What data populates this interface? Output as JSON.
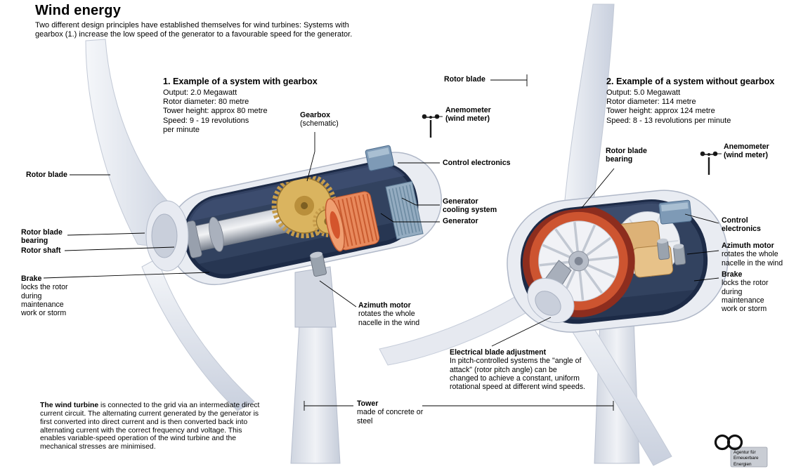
{
  "header": {
    "title": "Wind energy",
    "subtitle": "Two different design principles have established themselves for wind turbines: Systems with gearbox (1.) increase the low speed of the generator to a favourable speed for the generator."
  },
  "system_with_gearbox": {
    "heading": "1. Example of a system with gearbox",
    "spec_lines": [
      "Output: 2.0 Megawatt",
      "Rotor diameter: 80 metre",
      "Tower height: approx 80 metre",
      "Speed: 9 - 19 revolutions",
      "per minute"
    ]
  },
  "system_without_gearbox": {
    "heading": "2. Example of a system without gearbox",
    "spec_lines": [
      "Output: 5.0 Megawatt",
      "Rotor diameter: 114 metre",
      "Tower height: approx 124 metre",
      "Speed: 8 - 13 revolutions per minute"
    ]
  },
  "labels": {
    "rotor_blade_top": {
      "title": "Rotor blade"
    },
    "anemometer_1": {
      "title": "Anemometer",
      "subtitle": "(wind meter)"
    },
    "gearbox": {
      "title": "Gearbox",
      "subtitle": "(schematic)"
    },
    "control_electronics_1": {
      "title": "Control electronics"
    },
    "generator_cooling": {
      "title": "Generator cooling system"
    },
    "generator": {
      "title": "Generator"
    },
    "rotor_blade_left": {
      "title": "Rotor blade"
    },
    "rotor_blade_bearing_1": {
      "title": "Rotor blade bearing"
    },
    "rotor_shaft": {
      "title": "Rotor shaft"
    },
    "brake_1": {
      "title": "Brake",
      "desc": "locks the rotor during maintenance work or storm"
    },
    "azimuth_1": {
      "title": "Azimuth motor",
      "desc": "rotates the whole nacelle in the wind"
    },
    "rotor_blade_bearing_2": {
      "title": "Rotor blade bearing"
    },
    "anemometer_2": {
      "title": "Anemometer",
      "subtitle": "(wind meter)"
    },
    "control_electronics_2": {
      "title": "Control electronics"
    },
    "azimuth_2": {
      "title": "Azimuth motor",
      "desc": "rotates the whole nacelle in the wind"
    },
    "brake_2": {
      "title": "Brake",
      "desc": "locks the rotor during maintenance work or storm"
    },
    "electrical_blade_adjustment": {
      "title": "Electrical blade adjustment",
      "desc": "In pitch-controlled systems the \"angle of attack\" (rotor pitch angle) can be changed to achieve a constant, uniform rotational speed at different wind speeds."
    },
    "tower": {
      "title": "Tower",
      "desc": "made of concrete or steel"
    }
  },
  "footer_note": {
    "lead": "The wind turbine",
    "text": " is connected to the grid via an intermediate direct current circuit. The alternating current generated by the generator is first converted into direct current and is then converted back into alternating current with the correct frequency and voltage. This enables variable-speed operation of the wind turbine and the mechanical stresses are minimised."
  },
  "logo": {
    "line1": "Agentur für",
    "line2": "Erneuerbare",
    "line3": "Energien"
  },
  "colors": {
    "nacelle_cutaway": "#32425f",
    "gear_tan": "#dab45f",
    "generator_orange": "#e8895c",
    "ring_generator_red": "#cd5430",
    "electronics_blue": "#7e9ab6",
    "blade_gray": "#dfe3ec"
  }
}
